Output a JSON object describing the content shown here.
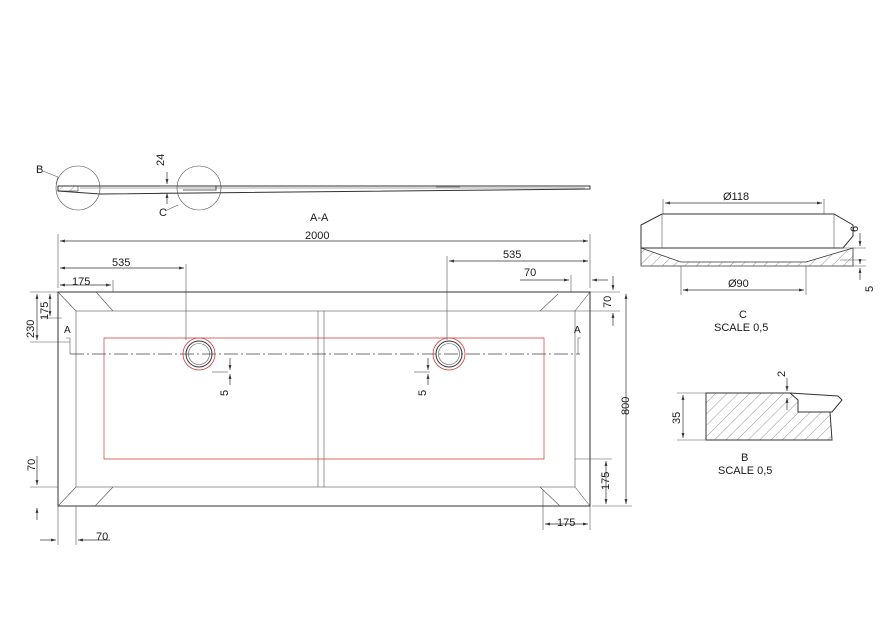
{
  "section_aa": {
    "title": "A-A",
    "marker_b": "B",
    "marker_c": "C",
    "thickness": "24"
  },
  "plan": {
    "overall_width": "2000",
    "drain_offset_left": "535",
    "drain_offset_right": "535",
    "border_top_right": "70",
    "corner_top_left": "175",
    "side_left_outer": "230",
    "side_left_inner": "175",
    "side_right_top": "70",
    "height": "800",
    "bottom_left_side": "70",
    "bottom_right_side": "175",
    "bottom_left_width": "70",
    "bottom_right_width": "175",
    "drain_gap_left": "5",
    "drain_gap_right": "5",
    "section_marker_left": "A",
    "section_marker_right": "A"
  },
  "detail_c": {
    "top_diameter": "Ø118",
    "bottom_diameter": "Ø90",
    "depth_top": "6",
    "depth_bottom": "5",
    "label": "C",
    "scale": "SCALE 0,5"
  },
  "detail_b": {
    "height": "35",
    "lip": "2",
    "label": "B",
    "scale": "SCALE 0,5"
  },
  "colors": {
    "drawing": "#333333",
    "drain_outline": "#d23a3a"
  }
}
